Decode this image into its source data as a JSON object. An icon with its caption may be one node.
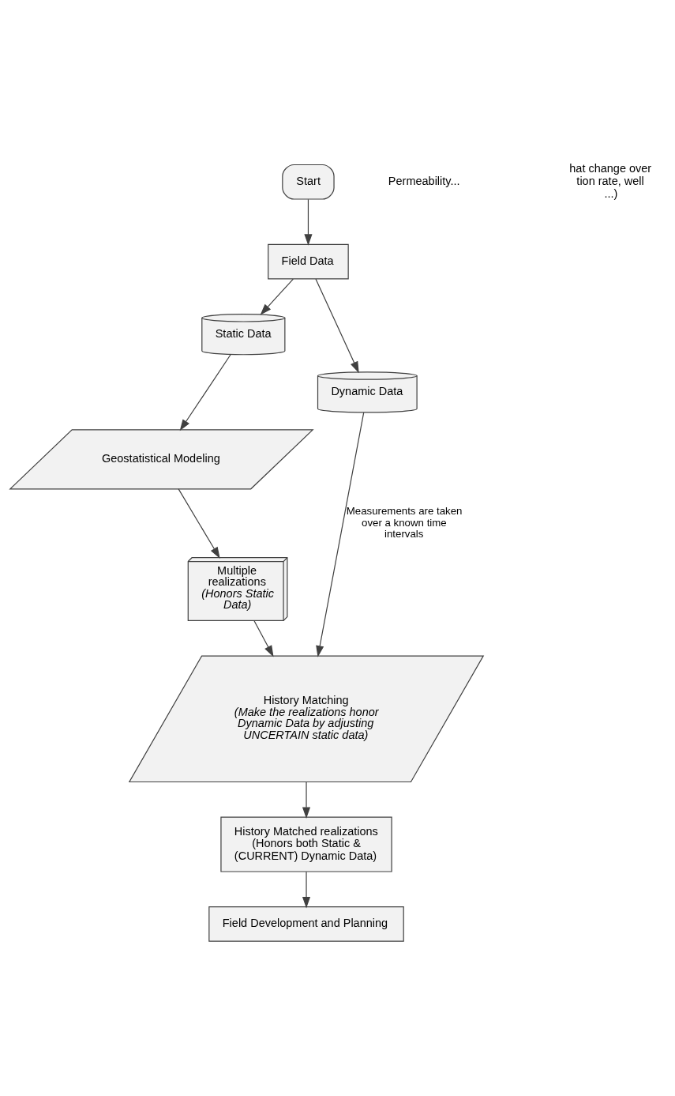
{
  "diagram": {
    "nodes": [
      {
        "text": [
          "Start"
        ]
      },
      {
        "text": [
          "Field Data"
        ]
      },
      {
        "text": [
          "Static Data"
        ]
      },
      {
        "text": [
          "Dynamic Data"
        ]
      },
      {
        "text": [
          "Geostatistical Modeling"
        ]
      },
      {
        "text": [
          "Multiple realizations",
          "(Honors Static Data)"
        ]
      },
      {
        "text": [
          "History Matching",
          "(Make the realizations honor Dynamic Data by adjusting UNCERTAIN static data)"
        ]
      },
      {
        "text": [
          "History Matched realizations (Honors both Static & (CURRENT) Dynamic Data)"
        ]
      },
      {
        "text": [
          "Field Development and Planning"
        ]
      }
    ],
    "edges": [
      {
        "from": 0,
        "to": 1,
        "arrow": "to"
      },
      {
        "from": 1,
        "to": 2,
        "arrow": "to"
      },
      {
        "from": 1,
        "to": 3,
        "arrow": "to"
      },
      {
        "from": 2,
        "to": 4,
        "arrow": "to"
      },
      {
        "from": 4,
        "to": 5,
        "arrow": "to"
      },
      {
        "from": 5,
        "to": 6,
        "arrow": "to"
      },
      {
        "from": 3,
        "to": 6,
        "arrow": "to",
        "label": "Measurements are taken over a known time intervals"
      },
      {
        "from": 6,
        "to": 7,
        "arrow": "to"
      },
      {
        "from": 7,
        "to": 8,
        "arrow": "to"
      }
    ],
    "labels": [
      "Permeability...",
      "hat change over tion rate, well ...)"
    ]
  }
}
